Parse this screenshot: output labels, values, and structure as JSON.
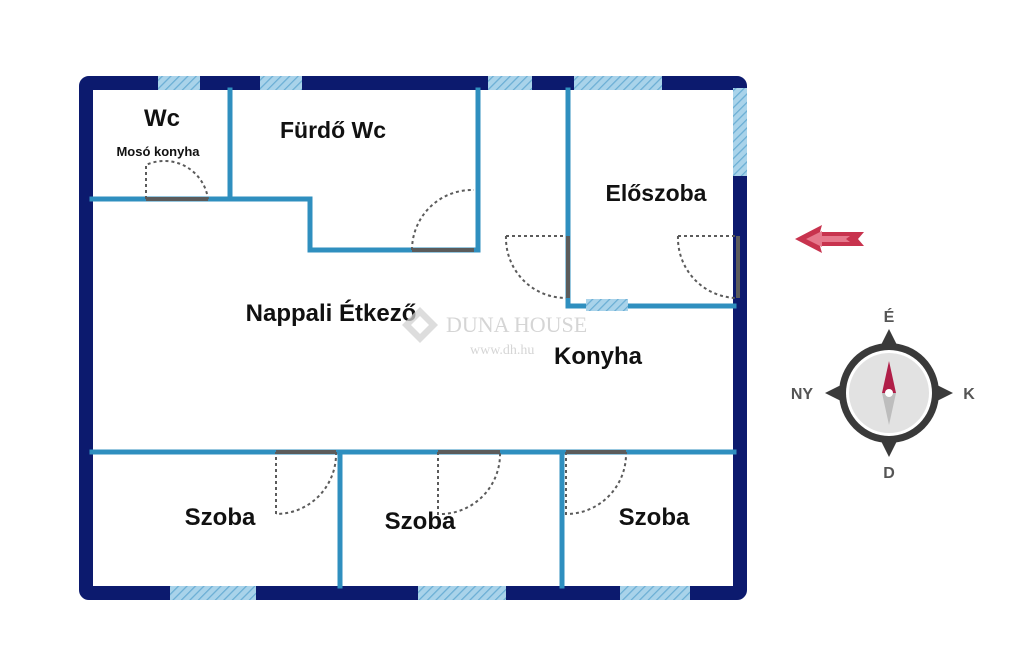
{
  "colors": {
    "outer_wall": "#0c1a6e",
    "inner_wall": "#2f8fbf",
    "window_fill": "#a9d3ea",
    "window_stripe": "#6aaed4",
    "door_line": "#5b5b5b",
    "arrow": "#c8334e",
    "compass_ring": "#3a3a3a",
    "compass_needle_north": "#b01e48",
    "compass_needle_south": "#bdbdbd",
    "watermark": "#c8c8c8"
  },
  "rooms": {
    "wc": "Wc",
    "moso_konyha": "Mosó konyha",
    "furdo_wc": "Fürdő Wc",
    "eloszoba": "Előszoba",
    "nappali_etkezo": "Nappali Étkező",
    "konyha": "Konyha",
    "szoba_1": "Szoba",
    "szoba_2": "Szoba",
    "szoba_3": "Szoba"
  },
  "watermark": {
    "brand": "DUNA HOUSE",
    "url": "www.dh.hu"
  },
  "compass": {
    "north": "É",
    "south": "D",
    "east": "K",
    "west": "NY"
  },
  "entrance_arrow": "entrance-arrow-icon"
}
